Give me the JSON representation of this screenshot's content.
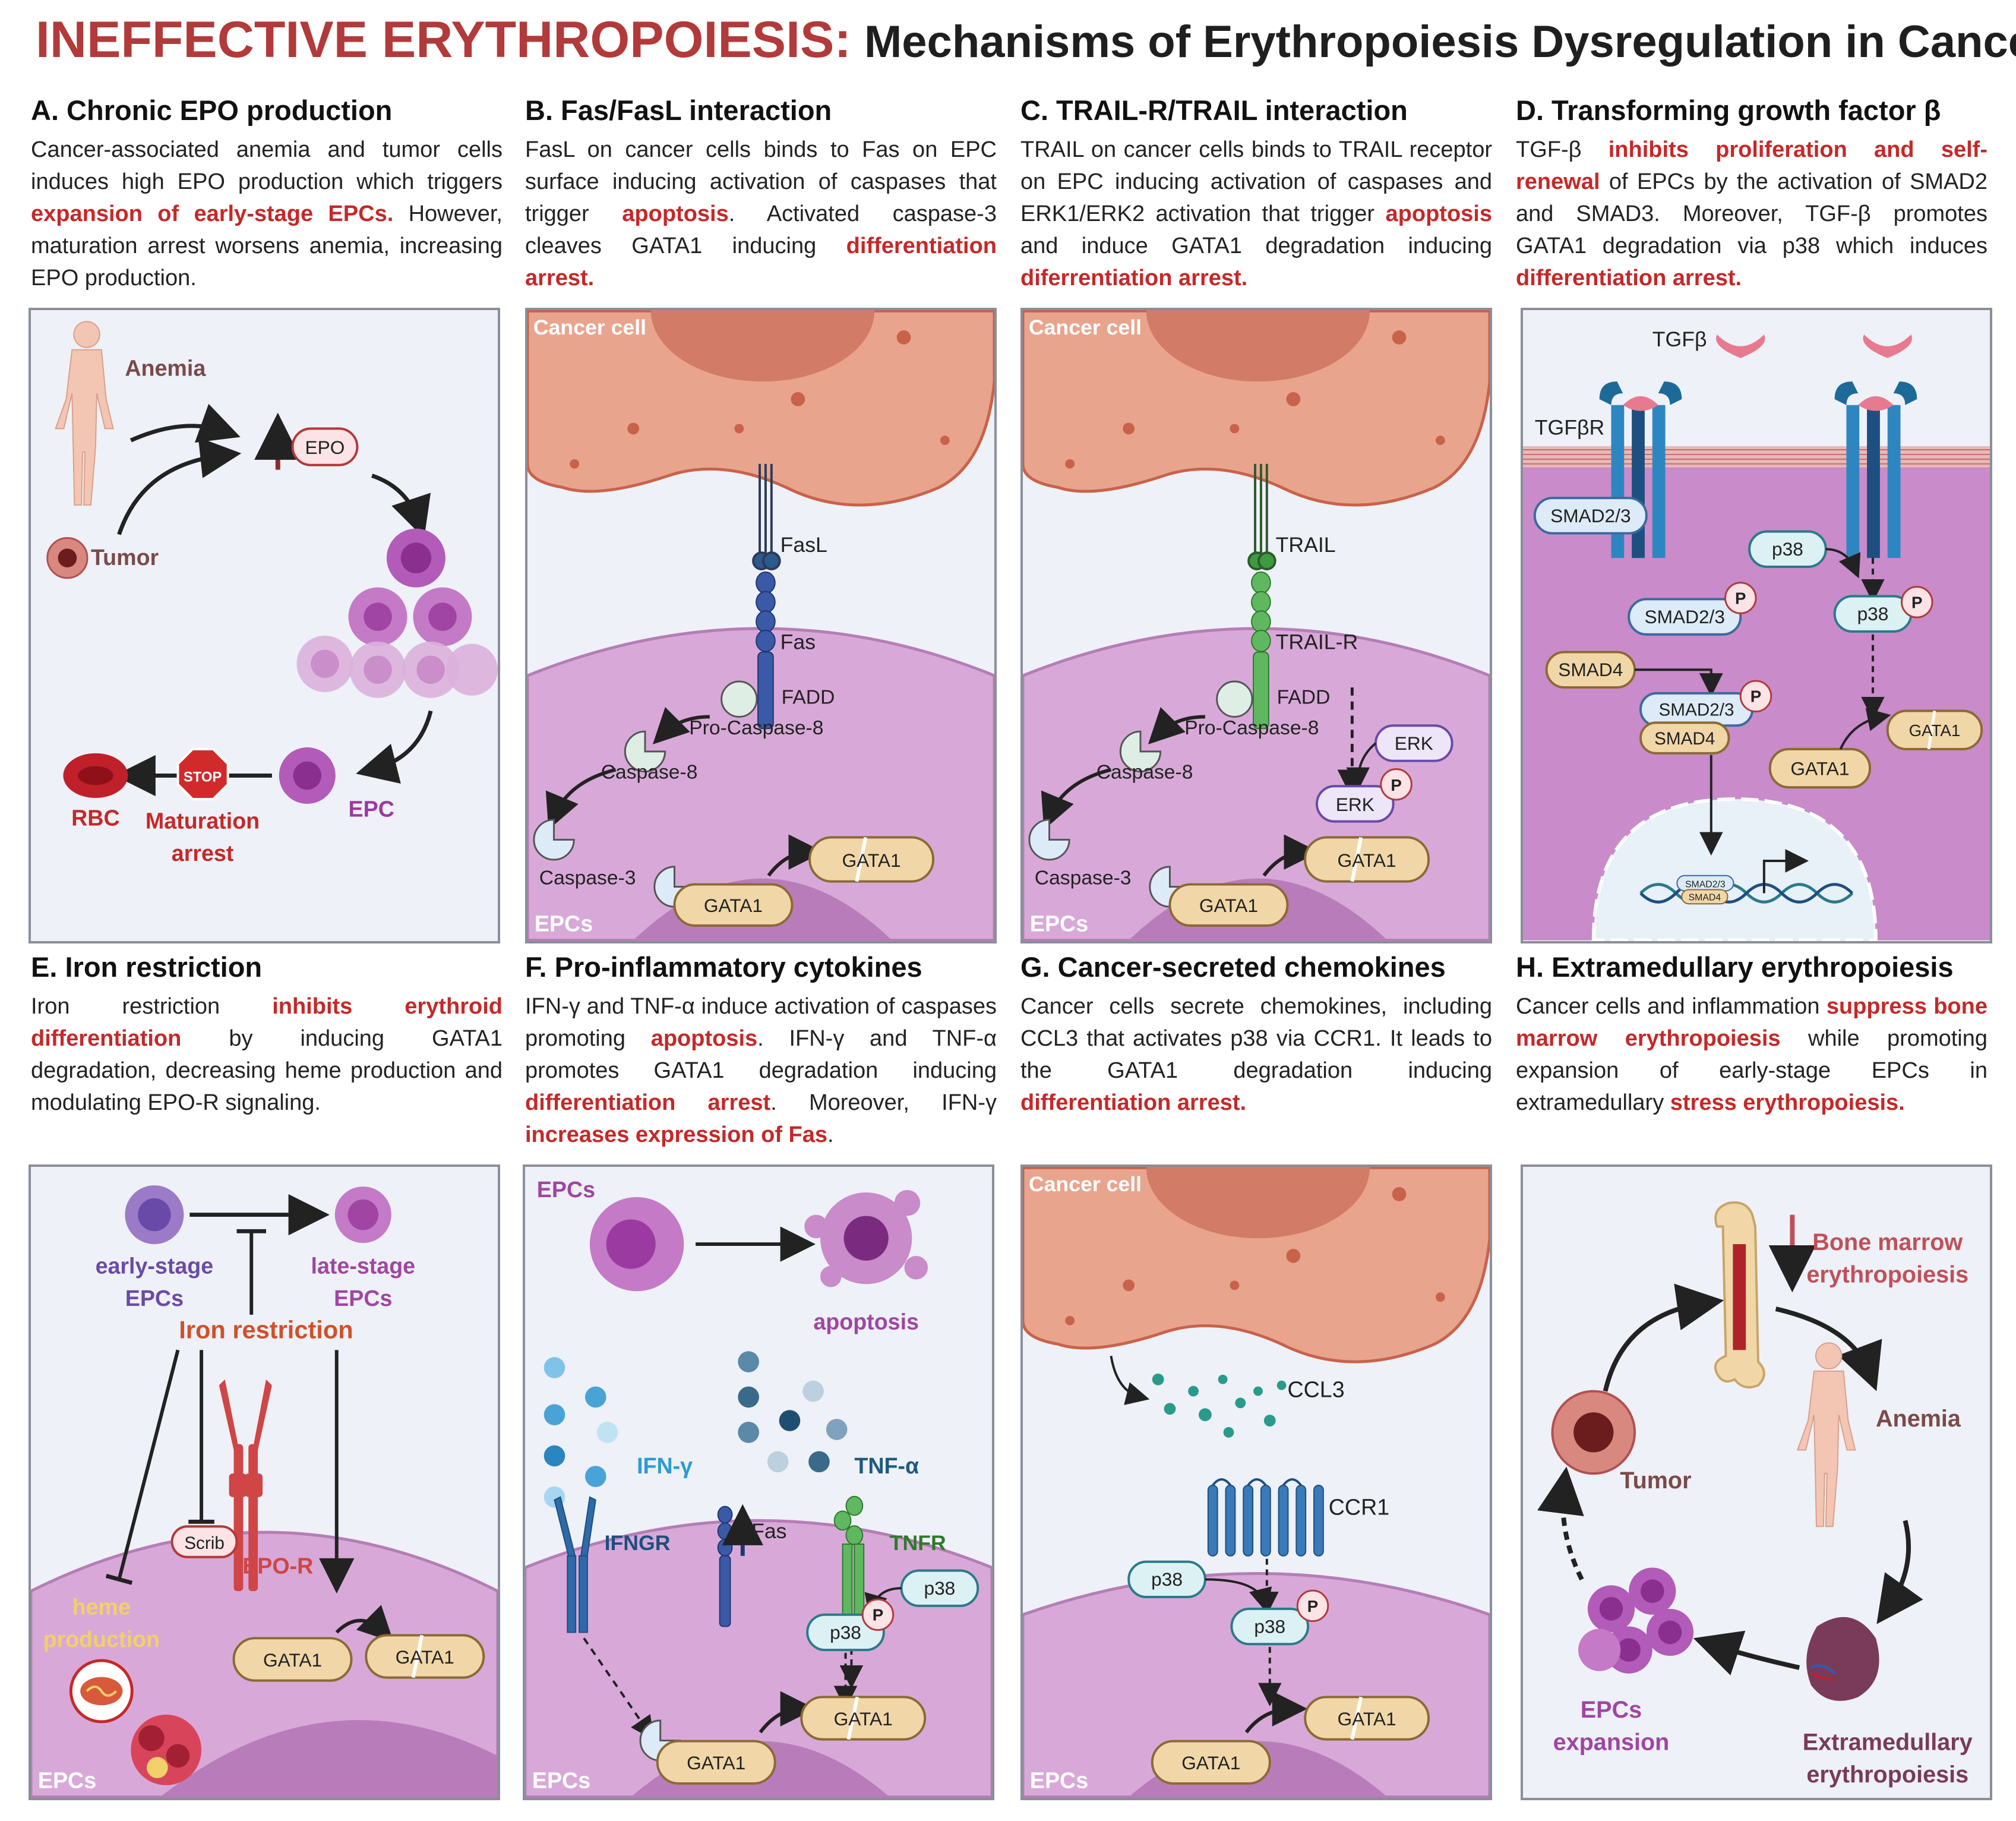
{
  "header": {
    "title_red": "INEFFECTIVE ERYTHROPOIESIS:",
    "title_black": "Mechanisms of Erythropoiesis Dysregulation in Cancer"
  },
  "sections": [
    {
      "id": "A",
      "title": "A. Chronic EPO production",
      "desc": [
        {
          "t": "Cancer-associated anemia and tumor cells induces high EPO production which triggers "
        },
        {
          "t": "expansion of early-stage EPCs.",
          "red": true
        },
        {
          "t": " However, maturation arrest worsens anemia, increasing EPO production."
        }
      ],
      "labels": {
        "anemia": "Anemia",
        "tumor": "Tumor",
        "epo": "EPO",
        "epc": "EPC",
        "stop": "STOP",
        "rbc": "RBC",
        "arrest1": "Maturation",
        "arrest2": "arrest"
      }
    },
    {
      "id": "B",
      "title": "B. Fas/FasL interaction",
      "desc": [
        {
          "t": "FasL on cancer cells binds to Fas on EPC surface inducing activation of caspases that trigger "
        },
        {
          "t": "apoptosis",
          "red": true
        },
        {
          "t": ". Activated caspase-3 cleaves GATA1 inducing "
        },
        {
          "t": "differentiation arrest.",
          "red": true
        }
      ],
      "labels": {
        "cancer": "Cancer cell",
        "ligand": "FasL",
        "receptor": "Fas",
        "fadd": "FADD",
        "procasp": "Pro-Caspase-8",
        "casp8": "Caspase-8",
        "casp3": "Caspase-3",
        "gata": "GATA1",
        "gata_cleaved": "GATA1",
        "epcs": "EPCs"
      }
    },
    {
      "id": "C",
      "title": "C. TRAIL-R/TRAIL interaction",
      "desc": [
        {
          "t": "TRAIL on cancer cells binds to TRAIL receptor on EPC inducing activation of caspases and ERK1/ERK2 activation that trigger "
        },
        {
          "t": "apoptosis",
          "red": true
        },
        {
          "t": " and induce GATA1 degradation inducing "
        },
        {
          "t": "diferrentiation arrest.",
          "red": true
        }
      ],
      "labels": {
        "cancer": "Cancer cell",
        "ligand": "TRAIL",
        "receptor": "TRAIL-R",
        "fadd": "FADD",
        "procasp": "Pro-Caspase-8",
        "casp8": "Caspase-8",
        "casp3": "Caspase-3",
        "gata": "GATA1",
        "gata_cleaved": "GATA1",
        "erk": "ERK",
        "erk_p": "ERK",
        "p": "P",
        "epcs": "EPCs"
      }
    },
    {
      "id": "D",
      "title": "D. Transforming growth factor β",
      "desc": [
        {
          "t": "TGF-β "
        },
        {
          "t": "inhibits proliferation and self-renewal",
          "red": true
        },
        {
          "t": " of EPCs by the activation of SMAD2 and SMAD3. Moreover, TGF-β promotes GATA1 degradation via p38 which induces "
        },
        {
          "t": "differentiation arrest.",
          "red": true
        }
      ],
      "labels": {
        "tgfb": "TGFβ",
        "tgfbr": "TGFβR",
        "smad23": "SMAD2/3",
        "smad23p": "SMAD2/3",
        "smad4": "SMAD4",
        "complex1": "SMAD2/3",
        "complex2": "SMAD4",
        "p38": "p38",
        "p38p": "p38",
        "p": "P",
        "gata": "GATA1",
        "gata_cleaved": "GATA1",
        "dna1": "SMAD2/3",
        "dna2": "SMAD4"
      }
    },
    {
      "id": "E",
      "title": "E. Iron restriction",
      "desc": [
        {
          "t": "Iron restriction "
        },
        {
          "t": "inhibits erythroid differentiation",
          "red": true
        },
        {
          "t": " by inducing GATA1 degradation, decreasing heme production and modulating EPO-R signaling."
        }
      ],
      "labels": {
        "early1": "early-stage",
        "early2": "EPCs",
        "late1": "late-stage",
        "late2": "EPCs",
        "iron": "Iron restriction",
        "scrib": "Scrib",
        "epor": "EPO-R",
        "heme1": "heme",
        "heme2": "production",
        "gata": "GATA1",
        "gata_cleaved": "GATA1",
        "epcs": "EPCs"
      }
    },
    {
      "id": "F",
      "title": "F. Pro-inflammatory cytokines",
      "desc": [
        {
          "t": "IFN-γ and TNF-α induce activation of caspases promoting "
        },
        {
          "t": "apoptosis",
          "red": true
        },
        {
          "t": ". IFN-γ and TNF-α promotes GATA1 degradation inducing "
        },
        {
          "t": "differentiation arrest",
          "red": true
        },
        {
          "t": ". Moreover, IFN-γ "
        },
        {
          "t": "increases expression of Fas",
          "red": true
        },
        {
          "t": "."
        }
      ],
      "labels": {
        "epcs_top": "EPCs",
        "apoptosis": "apoptosis",
        "ifng": "IFN-γ",
        "tnfa": "TNF-α",
        "ifngr": "IFNGR",
        "fas": "Fas",
        "tnfr": "TNFR",
        "p38": "p38",
        "p38p": "p38",
        "p": "P",
        "gata": "GATA1",
        "gata_cleaved": "GATA1",
        "epcs": "EPCs"
      }
    },
    {
      "id": "G",
      "title": "G. Cancer-secreted chemokines",
      "desc": [
        {
          "t": "Cancer cells secrete chemokines, including CCL3 that activates p38 via CCR1. It leads to the GATA1 degradation inducing "
        },
        {
          "t": "differentiation arrest.",
          "red": true
        }
      ],
      "labels": {
        "cancer": "Cancer cell",
        "ccl3": "CCL3",
        "ccr1": "CCR1",
        "p38": "p38",
        "p38p": "p38",
        "p": "P",
        "gata": "GATA1",
        "gata_cleaved": "GATA1",
        "epcs": "EPCs"
      }
    },
    {
      "id": "H",
      "title": "H. Extramedullary erythropoiesis",
      "desc": [
        {
          "t": "Cancer cells and inflammation "
        },
        {
          "t": "suppress bone marrow erythropoiesis",
          "red": true
        },
        {
          "t": " while promoting expansion of early-stage EPCs in extramedullary "
        },
        {
          "t": "stress erythropoiesis.",
          "red": true
        }
      ],
      "labels": {
        "bm1": "Bone marrow",
        "bm2": "erythropoiesis",
        "anemia": "Anemia",
        "tumor": "Tumor",
        "exp1": "EPCs",
        "exp2": "expansion",
        "ext1": "Extramedullary",
        "ext2": "erythropoiesis"
      }
    }
  ],
  "colors": {
    "accent_red": "#c62828",
    "title_red": "#b23a3a",
    "cancer_cell": "#e9a48e",
    "epc_membrane": "#c898c9",
    "panel_bg": "#eef1f7"
  }
}
